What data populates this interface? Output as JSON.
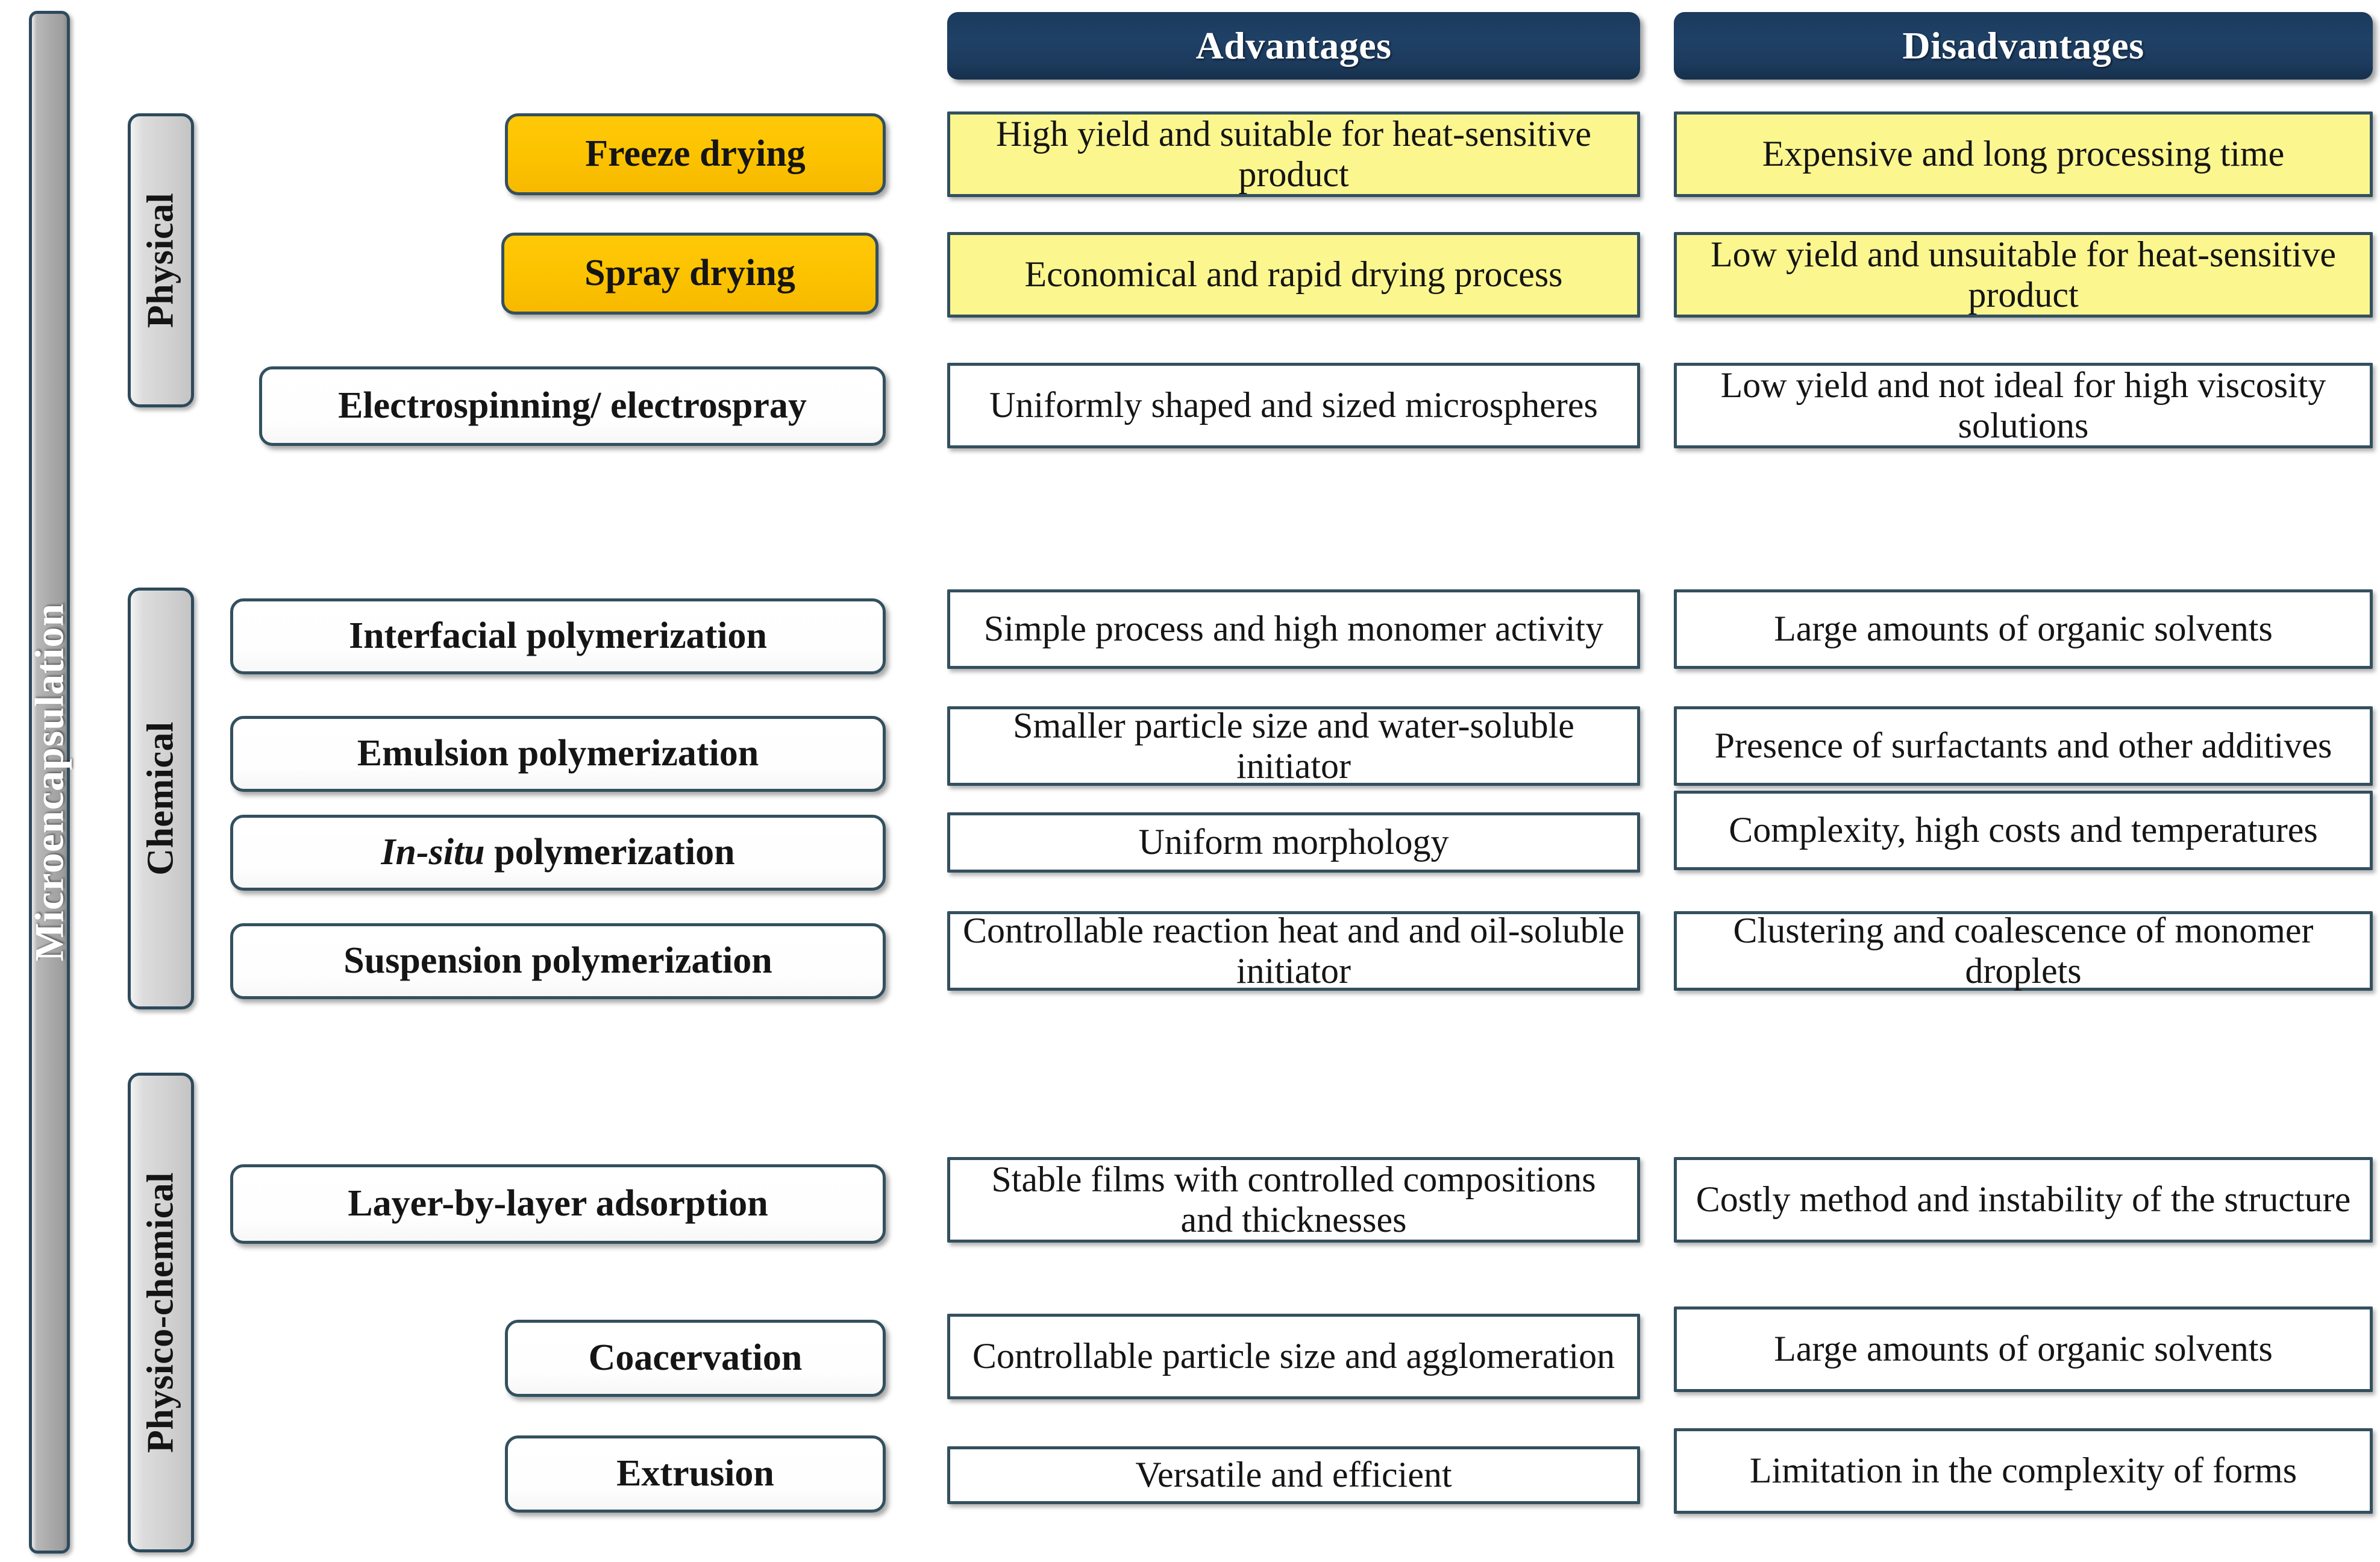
{
  "title": "Microencapsulation",
  "columns": {
    "advantages_label": "Advantages",
    "disadvantages_label": "Disadvantages"
  },
  "colors": {
    "header_navy": "#1c3c61",
    "highlight_orange": "#fcc200",
    "highlight_yellow": "#fbf68e",
    "box_border": "#33505f",
    "master_bar_gray": "#a9a9a9",
    "category_bar_gray": "#d2d2d2"
  },
  "categories": [
    {
      "label": "Physical"
    },
    {
      "label": "Chemical"
    },
    {
      "label": "Physico-chemical"
    }
  ],
  "rows": [
    {
      "method": "Freeze drying",
      "method_style": "orange",
      "advantage": "High yield and suitable for heat-sensitive product",
      "disadvantage": "Expensive and long processing time",
      "desc_style": "yellow"
    },
    {
      "method": "Spray drying",
      "method_style": "orange",
      "advantage": "Economical and rapid drying process",
      "disadvantage": "Low yield and unsuitable for heat-sensitive product",
      "desc_style": "yellow"
    },
    {
      "method": "Electrospinning/ electrospray",
      "method_style": "plain",
      "advantage": "Uniformly shaped and sized microspheres",
      "disadvantage": "Low yield and not ideal for high viscosity solutions",
      "desc_style": "white"
    },
    {
      "method": "Interfacial polymerization",
      "method_style": "plain",
      "advantage": "Simple process and high monomer activity",
      "disadvantage": "Large amounts of organic solvents",
      "desc_style": "white"
    },
    {
      "method": "Emulsion polymerization",
      "method_style": "plain",
      "advantage": "Smaller particle size and water-soluble initiator",
      "disadvantage": "Presence of surfactants and other additives",
      "desc_style": "white"
    },
    {
      "method_prefix_italic": "In-situ",
      "method": " polymerization",
      "method_style": "plain-italic-prefix",
      "advantage": "Uniform morphology",
      "disadvantage": "Complexity, high costs and temperatures",
      "desc_style": "white"
    },
    {
      "method": "Suspension polymerization",
      "method_style": "plain",
      "advantage": "Controllable reaction heat and and oil-soluble initiator",
      "disadvantage": "Clustering and coalescence of monomer droplets",
      "desc_style": "white"
    },
    {
      "method": "Layer-by-layer adsorption",
      "method_style": "plain",
      "advantage": "Stable films with controlled compositions and thicknesses",
      "disadvantage": "Costly method and instability of the structure",
      "desc_style": "white"
    },
    {
      "method": "Coacervation",
      "method_style": "plain",
      "advantage": "Controllable particle size and agglomeration",
      "disadvantage": "Large amounts of organic solvents",
      "desc_style": "white"
    },
    {
      "method": "Extrusion",
      "method_style": "plain",
      "advantage": "Versatile and efficient",
      "disadvantage": "Limitation in the complexity of forms",
      "desc_style": "white"
    }
  ]
}
